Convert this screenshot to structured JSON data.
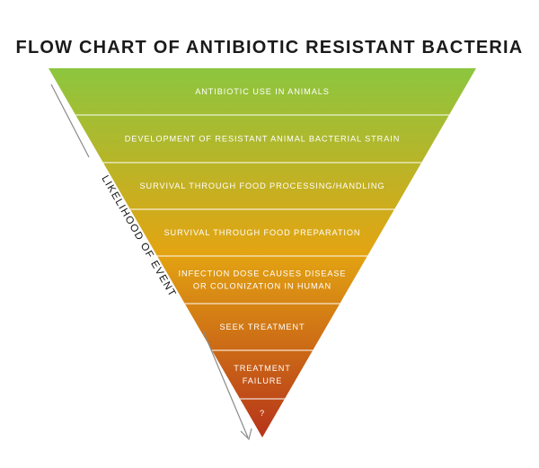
{
  "title": "FLOW CHART OF ANTIBIOTIC RESISTANT BACTERIA",
  "axis_label": "LIKELIHOOD OF EVENT",
  "levels": [
    {
      "lines": [
        "ANTIBIOTIC USE IN ANIMALS"
      ]
    },
    {
      "lines": [
        "DEVELOPMENT OF RESISTANT ANIMAL BACTERIAL STRAIN"
      ]
    },
    {
      "lines": [
        "SURVIVAL THROUGH FOOD PROCESSING/HANDLING"
      ]
    },
    {
      "lines": [
        "SURVIVAL THROUGH FOOD PREPARATION"
      ]
    },
    {
      "lines": [
        "INFECTION DOSE CAUSES DISEASE",
        "OR COLONIZATION IN HUMAN"
      ]
    },
    {
      "lines": [
        "SEEK TREATMENT"
      ]
    },
    {
      "lines": [
        "TREATMENT",
        "FAILURE"
      ]
    },
    {
      "lines": [
        "?"
      ]
    }
  ],
  "colors": {
    "top": "#8cc63f",
    "middle": "#e3a412",
    "bottom": "#b6341a",
    "divider": "#ffffff",
    "arrow": "#8a8a8a"
  }
}
